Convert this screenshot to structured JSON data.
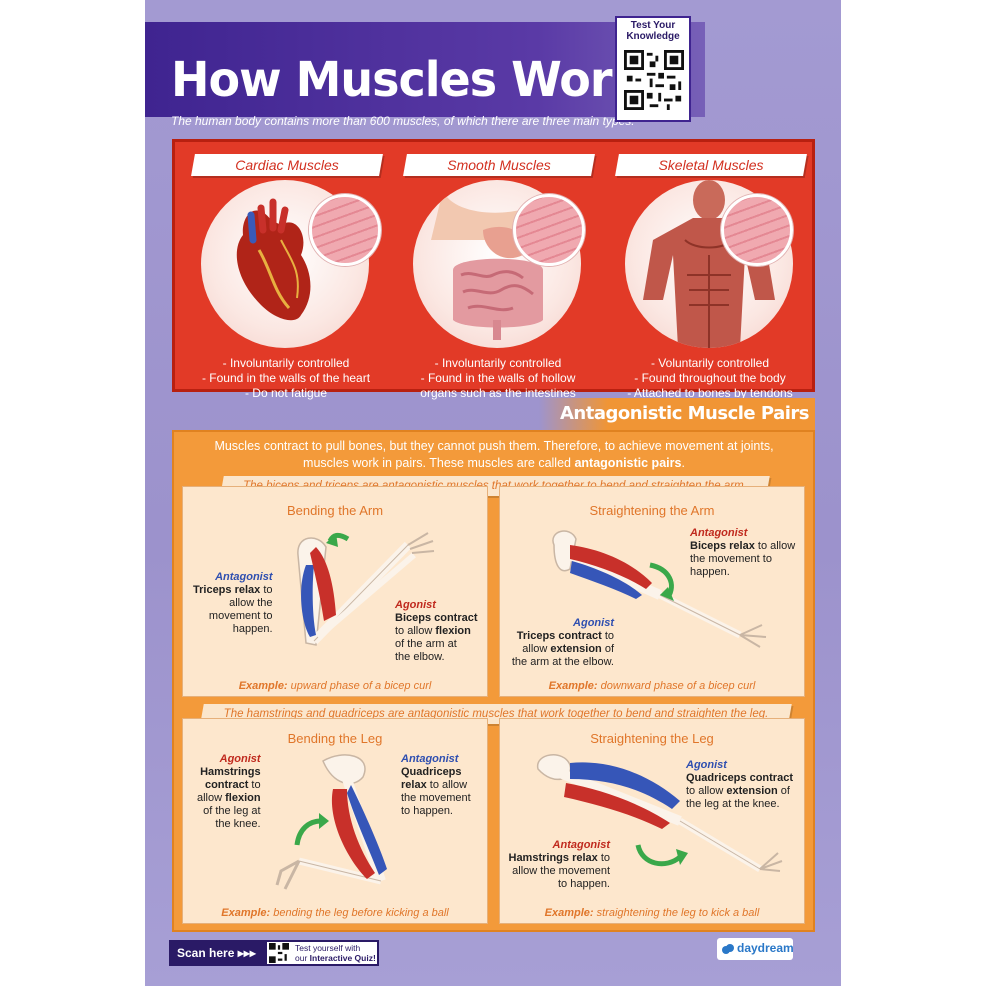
{
  "header": {
    "title": "How Muscles Work",
    "subtitle": "The human body contains more than 600 muscles, of which there are three main types:",
    "qr_label_line1": "Test Your",
    "qr_label_line2": "Knowledge"
  },
  "muscle_types": [
    {
      "name": "Cardiac Muscles",
      "facts": [
        "- Involuntarily controlled",
        "- Found in the walls of the heart",
        "- Do not fatigue"
      ]
    },
    {
      "name": "Smooth Muscles",
      "facts": [
        "- Involuntarily controlled",
        "- Found in the walls of hollow",
        "organs such as the intestines"
      ]
    },
    {
      "name": "Skeletal Muscles",
      "facts": [
        "- Voluntarily controlled",
        "- Found throughout the body",
        "- Attached to bones by tendons"
      ]
    }
  ],
  "antagonistic": {
    "title": "Antagonistic Muscle Pairs",
    "intro_line1": "Muscles contract to pull bones, but they cannot push them. Therefore, to achieve movement at joints,",
    "intro_line2_pre": "muscles work in pairs. These muscles are called",
    "intro_line2_bold": "antagonistic pairs",
    "intro_line2_post": ".",
    "arm_banner": "The biceps and triceps are antagonistic muscles that work together to bend and straighten the arm.",
    "leg_banner": "The hamstrings and quadriceps are antagonistic muscles that work together to bend and straighten the leg.",
    "cards": {
      "bend_arm": {
        "title": "Bending the Arm",
        "n1_role": "Antagonist",
        "n1_bold": "Triceps relax",
        "n1_rest_a": " to",
        "n1_rest_b": "allow the",
        "n1_rest_c": "movement to",
        "n1_rest_d": "happen.",
        "n2_role": "Agonist",
        "n2_bold": "Biceps contract",
        "n2_pre": "to allow",
        "n2_bold2": "flexion",
        "n2_rest_a": "of the arm at",
        "n2_rest_b": "the elbow.",
        "example_label": "Example:",
        "example_text": " upward phase of a bicep curl"
      },
      "straight_arm": {
        "title": "Straightening the Arm",
        "n1_role": "Antagonist",
        "n1_bold": "Biceps relax",
        "n1_rest_a": " to allow",
        "n1_rest_b": "the movement to",
        "n1_rest_c": "happen.",
        "n2_role": "Agonist",
        "n2_bold": "Triceps contract",
        "n2_rest_a": " to",
        "n2_pre": "allow",
        "n2_bold2": "extension",
        "n2_rest_b": " of",
        "n2_rest_c": "the arm at the elbow.",
        "example_label": "Example:",
        "example_text": " downward phase of a bicep curl"
      },
      "bend_leg": {
        "title": "Bending the Leg",
        "n1_role": "Agonist",
        "n1_bold_a": "Hamstrings",
        "n1_bold_b": "contract",
        "n1_rest_a": " to",
        "n1_pre": "allow",
        "n1_bold2": "flexion",
        "n1_rest_b": "of the leg at",
        "n1_rest_c": "the knee.",
        "n2_role": "Antagonist",
        "n2_bold_a": "Quadriceps",
        "n2_bold_b": "relax",
        "n2_rest_a": " to allow",
        "n2_rest_b": "the movement",
        "n2_rest_c": "to happen.",
        "example_label": "Example:",
        "example_text": " bending the leg before kicking a ball"
      },
      "straight_leg": {
        "title": "Straightening the Leg",
        "n1_role": "Agonist",
        "n1_bold": "Quadriceps contract",
        "n1_pre": "to allow",
        "n1_bold2": "extension",
        "n1_rest_a": " of",
        "n1_rest_b": "the leg at the knee.",
        "n2_role": "Antagonist",
        "n2_bold": "Hamstrings relax",
        "n2_rest_a": " to",
        "n2_rest_b": "allow the movement",
        "n2_rest_c": "to happen.",
        "example_label": "Example:",
        "example_text": " straightening the leg to kick a ball"
      }
    }
  },
  "footer": {
    "scan_label": "Scan here ▸▸▸",
    "scan_text_line1": "Test yourself with",
    "scan_text_pre": "our",
    "scan_text_bold": "Interactive Quiz!",
    "logo_text": "daydream"
  },
  "colors": {
    "background": "#a39ad2",
    "title_band": "#3f2490",
    "types_panel": "#e23a27",
    "antagonistic_panel": "#f39a3a",
    "card": "#fde7cd",
    "agonist": "#c02a1e",
    "antagonist": "#2f4fb0",
    "arrow": "#3aa84a"
  }
}
